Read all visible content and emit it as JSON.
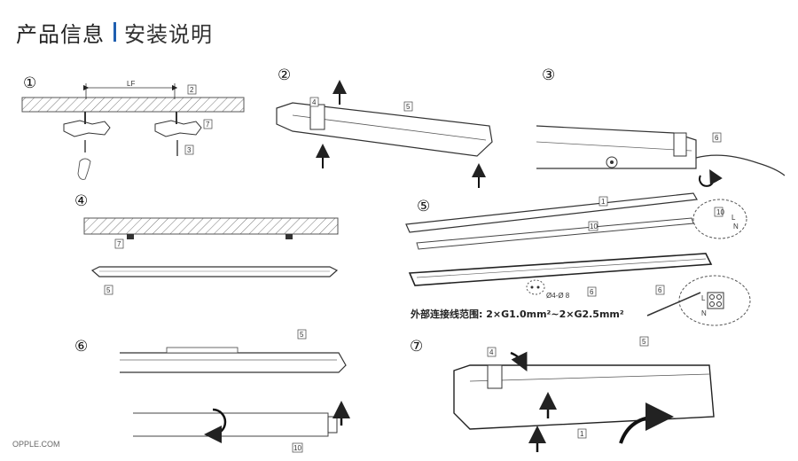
{
  "header": {
    "title": "产品信息",
    "subtitle": "安装说明"
  },
  "footer": {
    "brand": "OPPLE.COM"
  },
  "steps": [
    "①",
    "②",
    "③",
    "④",
    "⑤",
    "⑥",
    "⑦"
  ],
  "labels": {
    "lf": "LF",
    "c1": "1",
    "c2": "2",
    "c3": "3",
    "c4": "4",
    "c5": "5",
    "c6": "6",
    "c7": "7",
    "c10": "10",
    "L": "L",
    "N": "N",
    "drill": "Ø4-Ø 8"
  },
  "wiring_note": "外部连接线范围: 2×G1.0mm²~2×G2.5mm²"
}
